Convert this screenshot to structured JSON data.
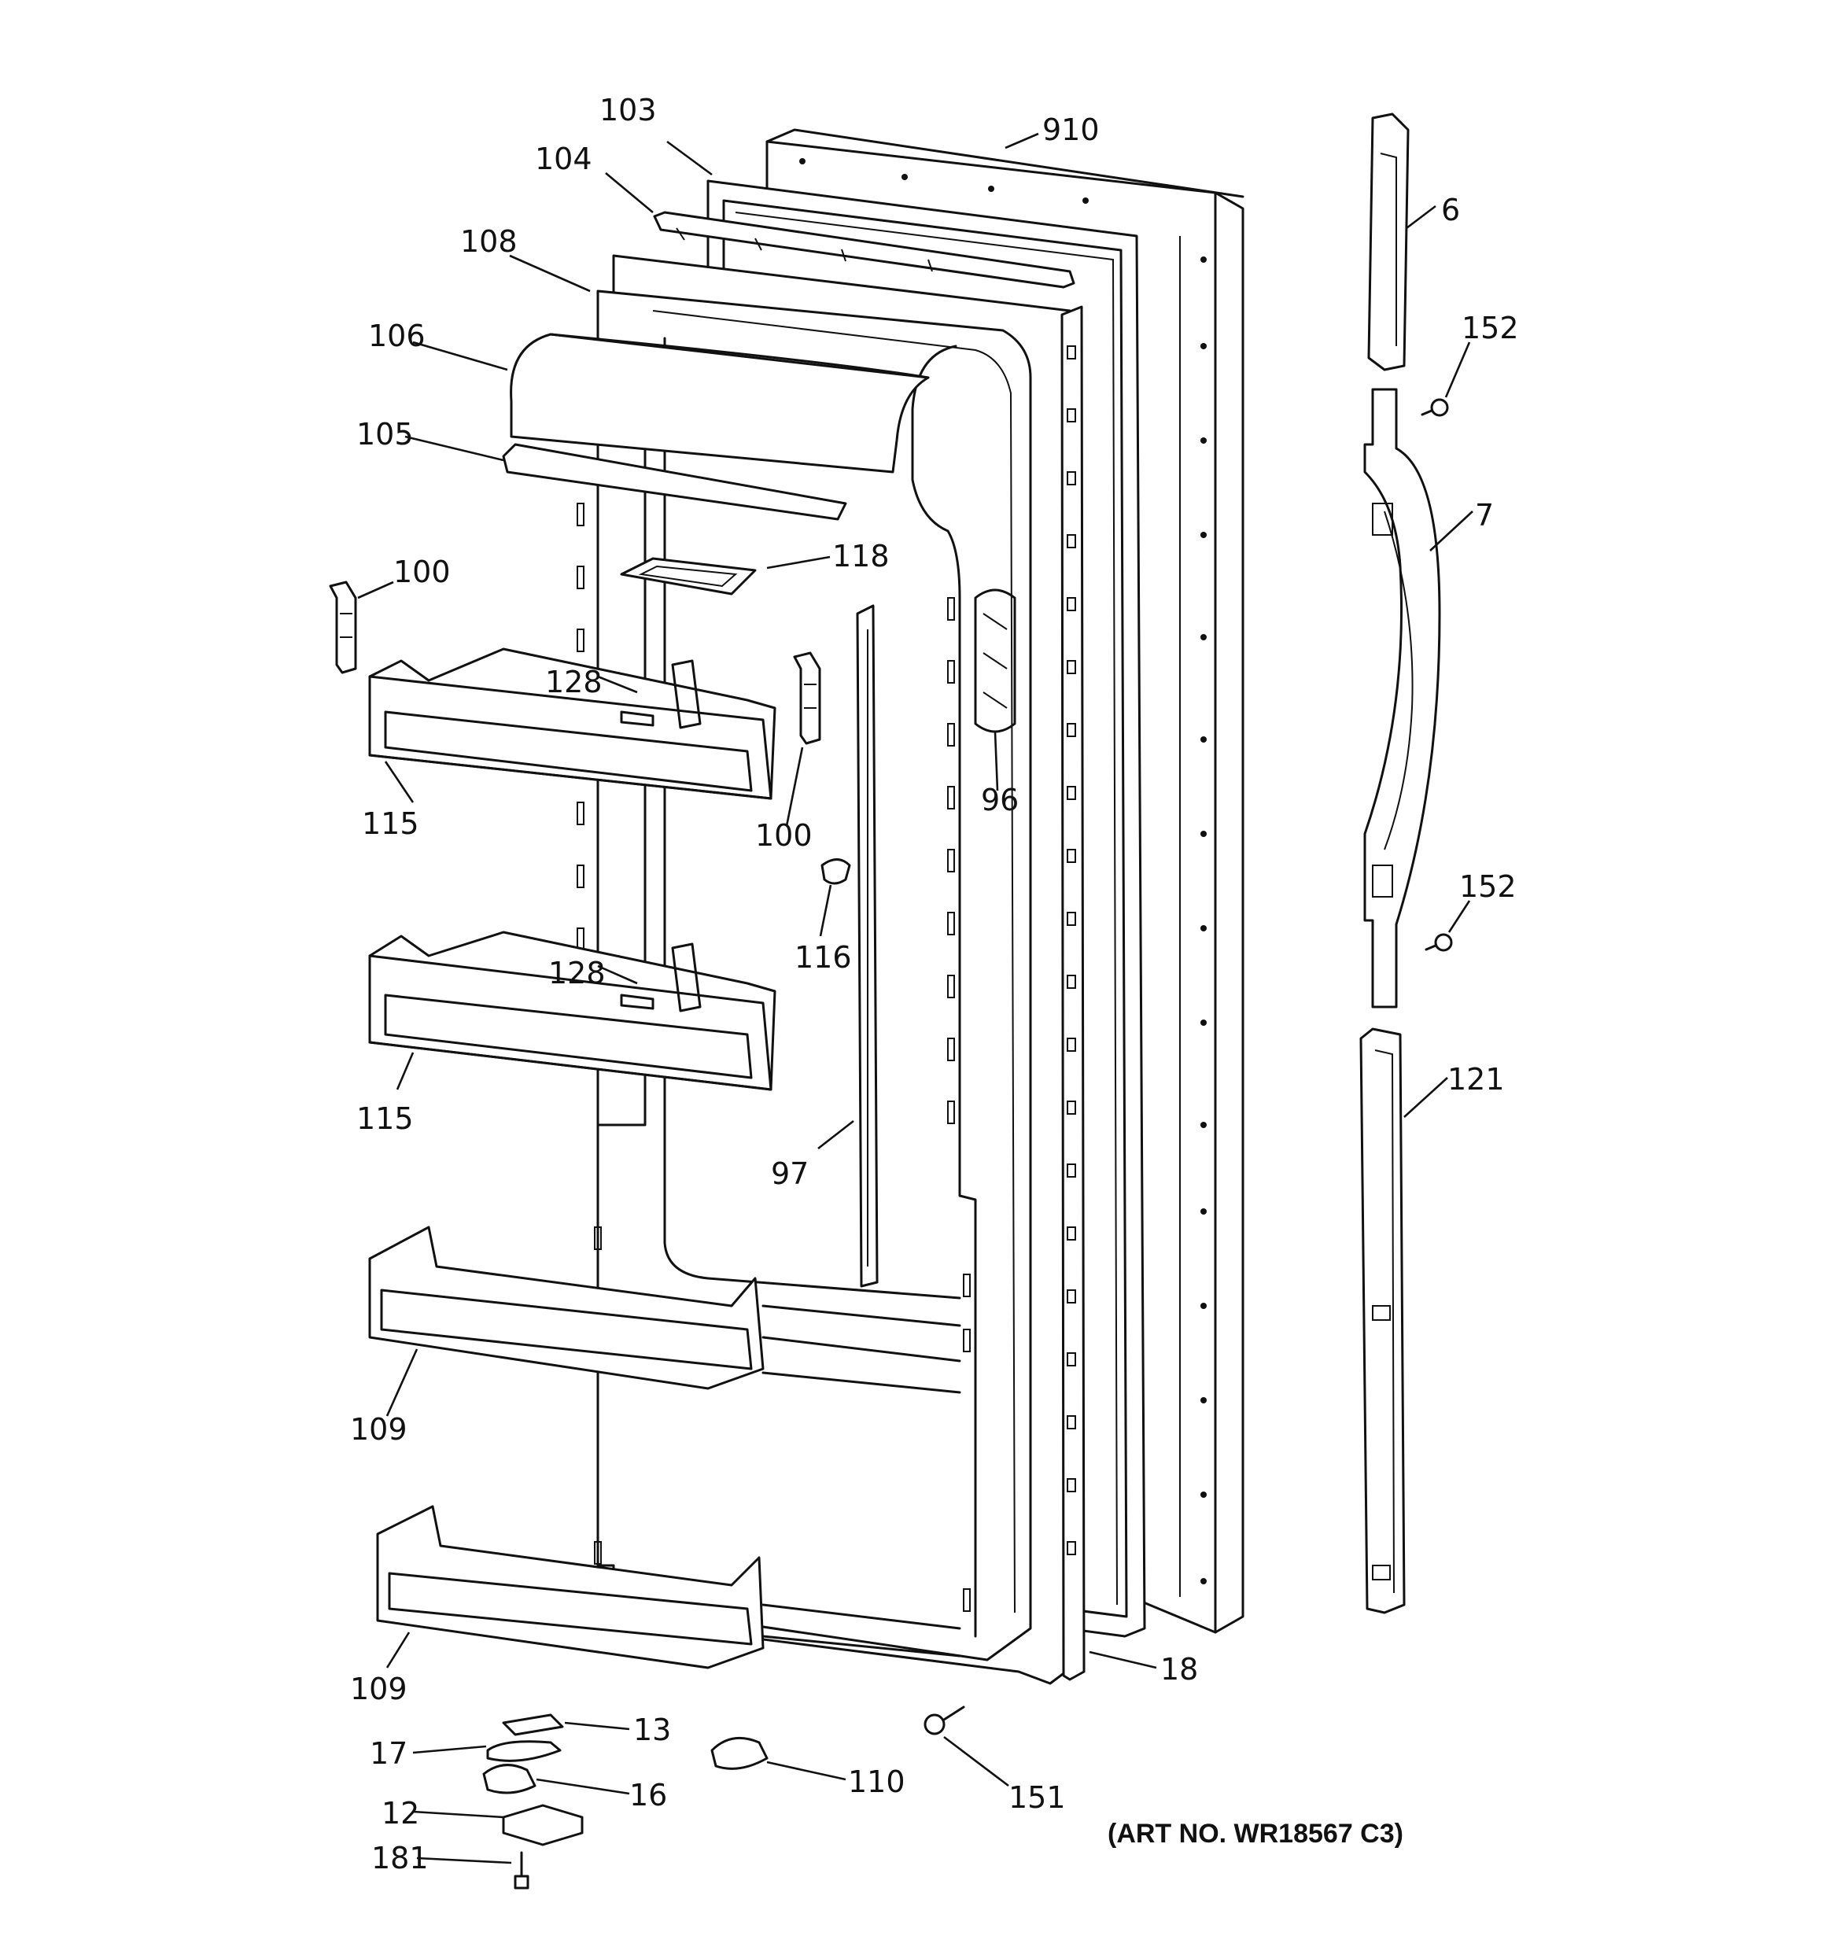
{
  "diagram": {
    "callouts": [
      {
        "id": "910",
        "text": "910"
      },
      {
        "id": "103",
        "text": "103"
      },
      {
        "id": "104",
        "text": "104"
      },
      {
        "id": "108",
        "text": "108"
      },
      {
        "id": "106",
        "text": "106"
      },
      {
        "id": "105",
        "text": "105"
      },
      {
        "id": "118",
        "text": "118"
      },
      {
        "id": "100a",
        "text": "100"
      },
      {
        "id": "128a",
        "text": "128"
      },
      {
        "id": "115a",
        "text": "115"
      },
      {
        "id": "100b",
        "text": "100"
      },
      {
        "id": "96",
        "text": "96"
      },
      {
        "id": "116",
        "text": "116"
      },
      {
        "id": "128b",
        "text": "128"
      },
      {
        "id": "115b",
        "text": "115"
      },
      {
        "id": "97",
        "text": "97"
      },
      {
        "id": "109a",
        "text": "109"
      },
      {
        "id": "109b",
        "text": "109"
      },
      {
        "id": "18",
        "text": "18"
      },
      {
        "id": "13",
        "text": "13"
      },
      {
        "id": "17",
        "text": "17"
      },
      {
        "id": "16",
        "text": "16"
      },
      {
        "id": "12",
        "text": "12"
      },
      {
        "id": "181",
        "text": "181"
      },
      {
        "id": "110",
        "text": "110"
      },
      {
        "id": "151",
        "text": "151"
      },
      {
        "id": "6",
        "text": "6"
      },
      {
        "id": "152a",
        "text": "152"
      },
      {
        "id": "7",
        "text": "7"
      },
      {
        "id": "152b",
        "text": "152"
      },
      {
        "id": "121",
        "text": "121"
      }
    ],
    "art_number": "(ART NO. WR18567 C3)"
  }
}
